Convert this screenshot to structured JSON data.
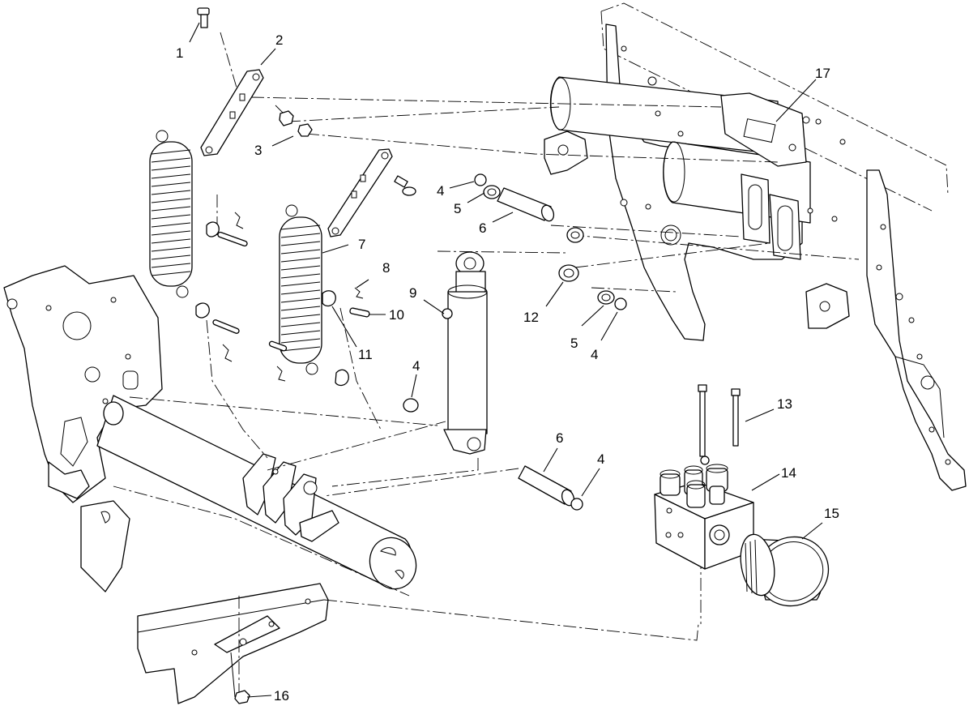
{
  "callouts": [
    {
      "id": "c1",
      "text": "1"
    },
    {
      "id": "c2",
      "text": "2"
    },
    {
      "id": "c3",
      "text": "3"
    },
    {
      "id": "c4a",
      "text": "4"
    },
    {
      "id": "c5a",
      "text": "5"
    },
    {
      "id": "c6a",
      "text": "6"
    },
    {
      "id": "c7",
      "text": "7"
    },
    {
      "id": "c8",
      "text": "8"
    },
    {
      "id": "c9",
      "text": "9"
    },
    {
      "id": "c10",
      "text": "10"
    },
    {
      "id": "c11",
      "text": "11"
    },
    {
      "id": "c12",
      "text": "12"
    },
    {
      "id": "c5b",
      "text": "5"
    },
    {
      "id": "c4b",
      "text": "4"
    },
    {
      "id": "c4c",
      "text": "4"
    },
    {
      "id": "c6b",
      "text": "6"
    },
    {
      "id": "c4d",
      "text": "4"
    },
    {
      "id": "c13",
      "text": "13"
    },
    {
      "id": "c14",
      "text": "14"
    },
    {
      "id": "c15",
      "text": "15"
    },
    {
      "id": "c16",
      "text": "16"
    },
    {
      "id": "c17",
      "text": "17"
    }
  ]
}
